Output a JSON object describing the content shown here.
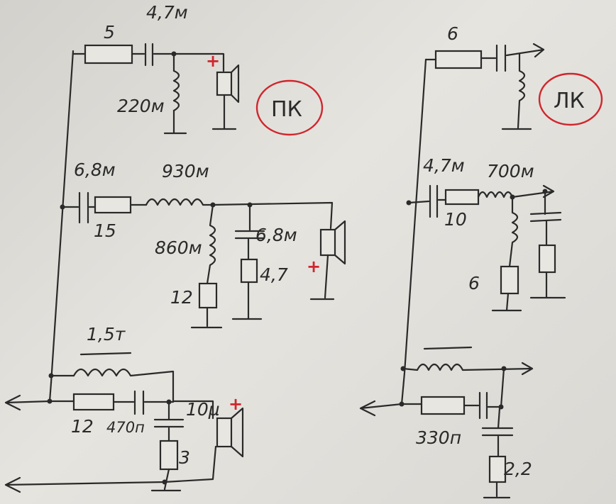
{
  "right_channel": {
    "badge": "ПК",
    "labels": {
      "r_5": "5",
      "c_4_7m": "4,7м",
      "l_220m": "220м",
      "c_6_8m": "6,8м",
      "l_930m": "930м",
      "r_15": "15",
      "l_860m": "860м",
      "c_6_8m_b": "6,8м",
      "r_4_7": "4,7",
      "r_12": "12",
      "l_1_5m": "1,5т",
      "r_12_b": "12",
      "c_470n": "470п",
      "c_10u": "10µ",
      "r_3": "3"
    },
    "polarity": "+"
  },
  "left_channel": {
    "badge": "ЛК",
    "labels": {
      "r_6": "6",
      "c_4_7m": "4,7м",
      "l_700m": "700м",
      "r_10": "10",
      "r_6_b": "6",
      "c_330n": "330п",
      "r_2_2": "2,2"
    }
  },
  "colors": {
    "ink": "#2a2a2a",
    "marker": "#d0262d",
    "paper": "#e2e0db"
  }
}
